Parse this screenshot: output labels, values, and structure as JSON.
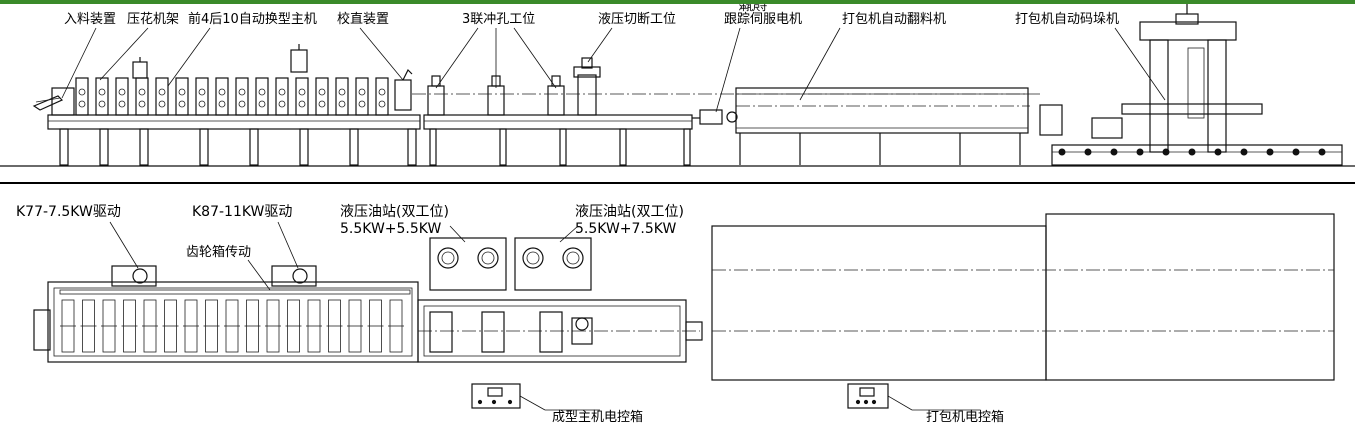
{
  "colors": {
    "line": "#111111",
    "top_border": "#3a8a2a",
    "background": "#ffffff"
  },
  "side_view": {
    "labels": {
      "feeding": "入料装置",
      "embossing": "压花机架",
      "main_machine": "前4后10自动换型主机",
      "straightener": "校直装置",
      "punching": "3联冲孔工位",
      "hydraulic_cut": "液压切断工位",
      "small_note": "冲孔尺寸",
      "servo": "跟踪伺服电机",
      "flip": "打包机自动翻料机",
      "stacker": "打包机自动码垛机"
    }
  },
  "plan_view": {
    "labels": {
      "drive1": "K77-7.5KW驱动",
      "drive2": "K87-11KW驱动",
      "gearbox": "齿轮箱传动",
      "hyd1_title": "液压油站(双工位)",
      "hyd1_power": "5.5KW+5.5KW",
      "hyd2_title": "液压油站(双工位)",
      "hyd2_power": "5.5KW+7.5KW",
      "control1": "成型主机电控箱",
      "control2": "打包机电控箱"
    }
  }
}
